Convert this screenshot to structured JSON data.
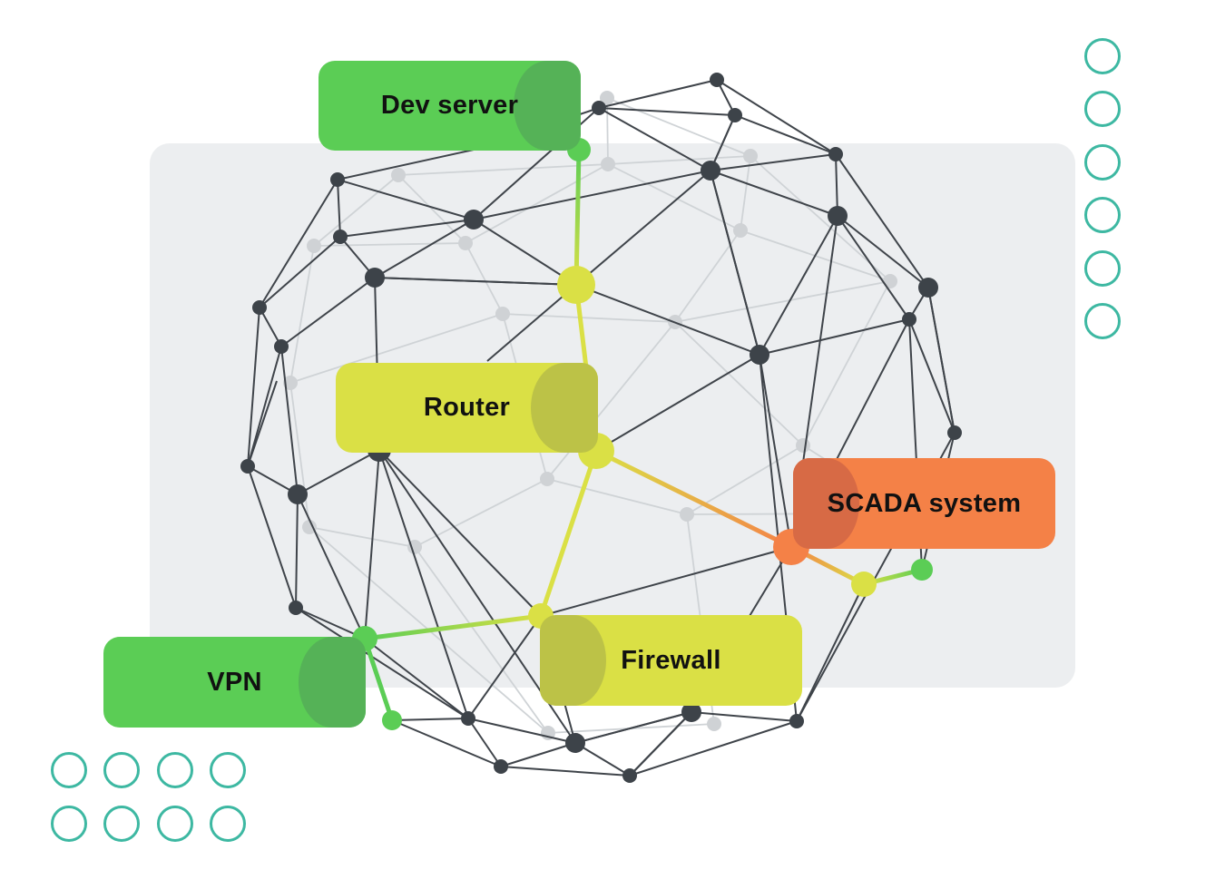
{
  "colors": {
    "panel": "#eceef0",
    "dark_node": "#3d4349",
    "dark_edge": "#3f444a",
    "light_node": "#cfd2d5",
    "light_edge": "#cfd3d6",
    "green": "#5bcd55",
    "green_shade": "#55b257",
    "yellow": "#dae045",
    "yellow_shade": "#bcc247",
    "orange": "#f48147",
    "orange_shade": "#d76a45",
    "teal": "#3db8a2"
  },
  "labels": {
    "dev_server": "Dev server",
    "router": "Router",
    "scada": "SCADA system",
    "firewall": "Firewall",
    "vpn": "VPN"
  }
}
